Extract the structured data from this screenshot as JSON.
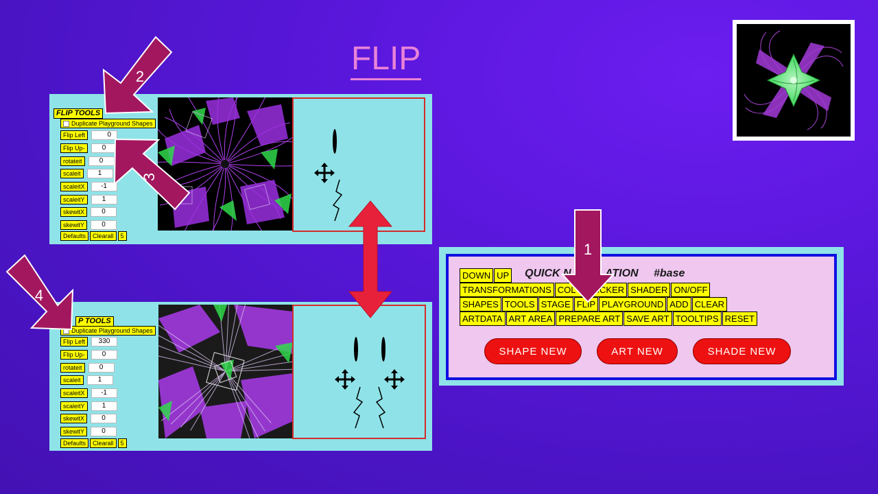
{
  "slide": {
    "title": "FLIP"
  },
  "top_panel": {
    "title": "FLIP TOOLS",
    "duplicate_label": "Duplicate Playground Shapes",
    "rows": [
      {
        "label": "Flip Left",
        "value": "0"
      },
      {
        "label": "Flip Up-",
        "value": "0"
      },
      {
        "label": "rotateit",
        "value": "0"
      },
      {
        "label": "scaleit",
        "value": "1"
      },
      {
        "label": "scaleitX",
        "value": "-1"
      },
      {
        "label": "scaleitY",
        "value": "1"
      },
      {
        "label": "skewitX",
        "value": "0"
      },
      {
        "label": "skewitY",
        "value": "0"
      }
    ],
    "footer": [
      "Defaults",
      "Clearall",
      "5"
    ]
  },
  "bottom_panel": {
    "title": "P TOOLS",
    "duplicate_label": "Duplicate Playground Shapes",
    "rows": [
      {
        "label": "Flip Left",
        "value": "330"
      },
      {
        "label": "Flip Up-",
        "value": "0"
      },
      {
        "label": "rotateit",
        "value": "0"
      },
      {
        "label": "scaleit",
        "value": "1"
      },
      {
        "label": "scaleitX",
        "value": "-1"
      },
      {
        "label": "scaleitY",
        "value": "1"
      },
      {
        "label": "skewitX",
        "value": "0"
      },
      {
        "label": "skewitY",
        "value": "0"
      }
    ],
    "footer": [
      "Defaults",
      "Clearall",
      "5"
    ]
  },
  "annotations": [
    "1",
    "2",
    "3",
    "4"
  ],
  "quick_nav": {
    "heading": "QUICK NAVIGATION",
    "heading_visible_left": "QUICK N",
    "heading_visible_right": "ATION",
    "base": "#base",
    "row1": [
      "DOWN",
      "UP"
    ],
    "row2": [
      "TRANSFORMATIONS",
      "COLOR PICKER",
      "SHADER",
      "ON/OFF"
    ],
    "row2_visible": [
      "TRANSFORMATIONS",
      "COL",
      "PICKER",
      "SHADER",
      "ON/OFF"
    ],
    "row3": [
      "SHAPES",
      "TOOLS",
      "STAGE",
      "FLIP",
      "PLAYGROUND",
      "ADD",
      "CLEAR"
    ],
    "row4": [
      "ARTDATA",
      "ART AREA",
      "PREPARE ART",
      "SAVE ART",
      "TOOLTIPS",
      "RESET"
    ],
    "buttons": [
      "SHAPE NEW",
      "ART NEW",
      "SHADE NEW"
    ]
  },
  "colors": {
    "background": "#5417d6",
    "panel": "#8fe3e8",
    "yellow_button": "#ffff00",
    "annotation_arrow": "#a3175f",
    "double_arrow": "#e8213a",
    "pill_button": "#ee1111",
    "nav_border": "#1010e0",
    "nav_fill": "#efc7ef"
  }
}
